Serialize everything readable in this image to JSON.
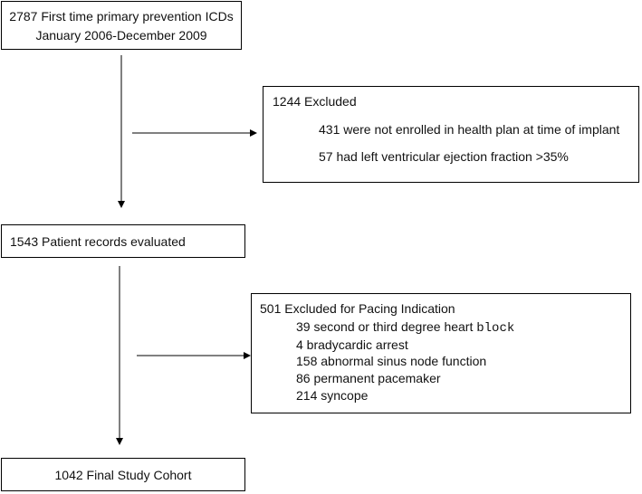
{
  "box1": {
    "line1": "2787 First time primary prevention ICDs",
    "line2": "January 2006-December 2009"
  },
  "exclude1": {
    "title": "1244 Excluded",
    "items": [
      "431 were not enrolled in health plan at time of implant",
      "57 had left ventricular ejection fraction >35%"
    ]
  },
  "box2": {
    "label": "1543 Patient records evaluated"
  },
  "exclude2": {
    "title": "501 Excluded for Pacing Indication",
    "item0_prefix": "39 second or third degree heart ",
    "item0_suffix": "block",
    "items": [
      "4 bradycardic arrest",
      "158 abnormal sinus node function",
      "86 permanent pacemaker",
      "214 syncope"
    ]
  },
  "box3": {
    "label": "1042 Final Study Cohort"
  }
}
